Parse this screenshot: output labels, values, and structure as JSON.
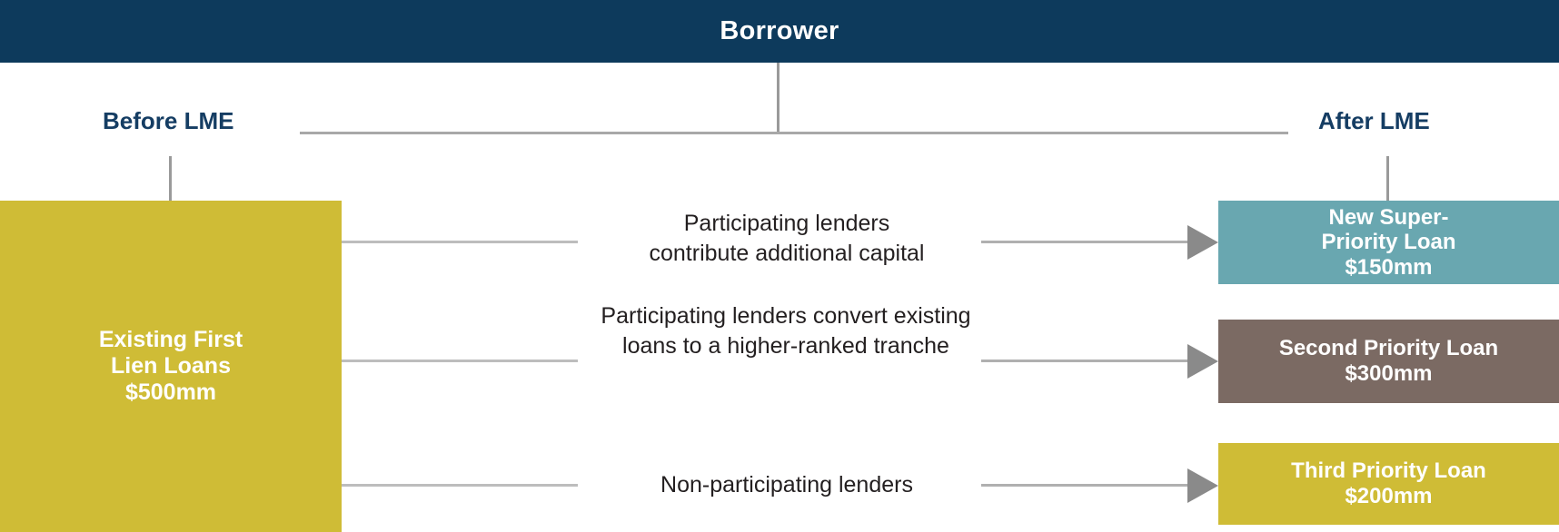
{
  "banner": {
    "title": "Borrower"
  },
  "labels": {
    "before": "Before LME",
    "after": "After LME"
  },
  "source_box": {
    "line1": "Existing First",
    "line2": "Lien Loans",
    "line3": "$500mm",
    "color": "#cfbc36"
  },
  "rows": [
    {
      "caption_line1": "Participating lenders",
      "caption_line2": "contribute additional capital",
      "box_line1": "New Super-",
      "box_line2": "Priority Loan",
      "box_line3": "$150mm",
      "box_color": "#69a7b0"
    },
    {
      "caption_line1": "Participating lenders convert existing",
      "caption_line2": "loans to a higher-ranked tranche",
      "box_line1": "Second Priority Loan",
      "box_line2": "$300mm",
      "box_line3": "",
      "box_color": "#7b6a63"
    },
    {
      "caption_line1": "Non-participating lenders",
      "caption_line2": "",
      "box_line1": "Third Priority Loan",
      "box_line2": "$200mm",
      "box_line3": "",
      "box_color": "#cfbc36"
    }
  ],
  "colors": {
    "banner": "#0d3a5c",
    "label_text": "#153d63",
    "connector": "#a8a8a8",
    "arrow": "#8a8a8a",
    "caption_text": "#231f20"
  }
}
